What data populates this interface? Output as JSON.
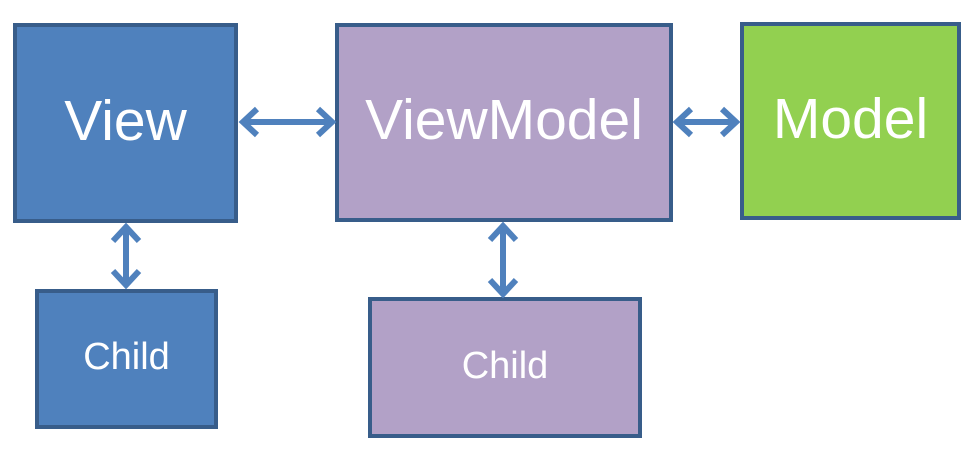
{
  "diagram": {
    "type": "mvvm-architecture",
    "background": "#FFFFFF",
    "colors": {
      "view_fill": "#4F81BD",
      "viewmodel_fill": "#B2A1C7",
      "model_fill": "#92D050",
      "node_border": "#385D8A",
      "arrow": "#4F81BD",
      "label_text": "#FFFFFF"
    },
    "nodes": {
      "view": {
        "label": "View"
      },
      "viewmodel": {
        "label": "ViewModel"
      },
      "model": {
        "label": "Model"
      },
      "view_child": {
        "label": "Child"
      },
      "viewmodel_child": {
        "label": "Child"
      }
    },
    "edges": [
      {
        "from": "view",
        "to": "viewmodel",
        "direction": "bidirectional"
      },
      {
        "from": "viewmodel",
        "to": "model",
        "direction": "bidirectional"
      },
      {
        "from": "view",
        "to": "view_child",
        "direction": "bidirectional"
      },
      {
        "from": "viewmodel",
        "to": "viewmodel_child",
        "direction": "bidirectional"
      }
    ]
  }
}
